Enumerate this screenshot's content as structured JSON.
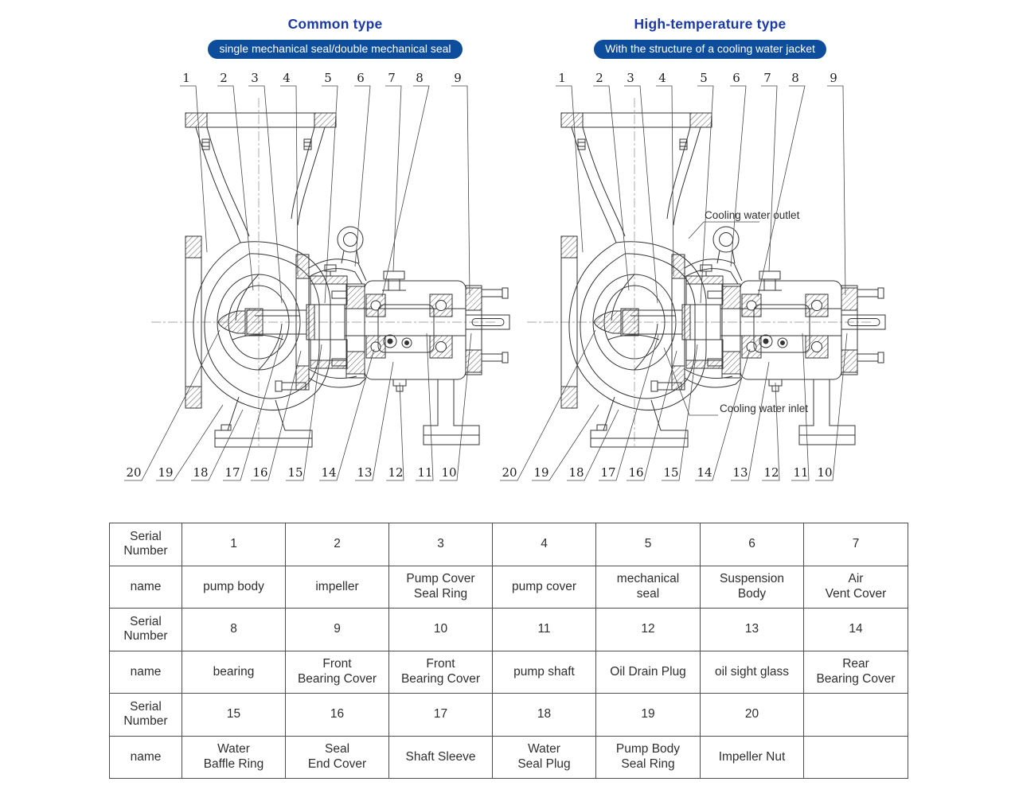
{
  "colors": {
    "title_blue": "#1b3aa5",
    "pill_bg": "#0d4d9c",
    "pill_text": "#ffffff",
    "line": "#333333"
  },
  "common": {
    "title": "Common type",
    "subtitle": "single mechanical seal/double mechanical seal"
  },
  "high_temp": {
    "title": "High-temperature type",
    "subtitle": "With the structure of a cooling water jacket",
    "outlet_label": "Cooling water outlet",
    "inlet_label": "Cooling water inlet"
  },
  "callouts": {
    "top": [
      "1",
      "2",
      "3",
      "4",
      "5",
      "6",
      "7",
      "8",
      "9"
    ],
    "bottom": [
      "20",
      "19",
      "18",
      "17",
      "16",
      "15",
      "14",
      "13",
      "12",
      "11",
      "10"
    ]
  },
  "table": {
    "rows": [
      {
        "header": "Serial\nNumber",
        "cells": [
          "1",
          "2",
          "3",
          "4",
          "5",
          "6",
          "7"
        ]
      },
      {
        "header": "name",
        "cells": [
          "pump body",
          "impeller",
          "Pump Cover\nSeal Ring",
          "pump cover",
          "mechanical\nseal",
          "Suspension\nBody",
          "Air\nVent Cover"
        ]
      },
      {
        "header": "Serial\nNumber",
        "cells": [
          "8",
          "9",
          "10",
          "11",
          "12",
          "13",
          "14"
        ]
      },
      {
        "header": "name",
        "cells": [
          "bearing",
          "Front\nBearing Cover",
          "Front\nBearing Cover",
          "pump shaft",
          "Oil Drain Plug",
          "oil sight glass",
          "Rear\nBearing Cover"
        ]
      },
      {
        "header": "Serial\nNumber",
        "cells": [
          "15",
          "16",
          "17",
          "18",
          "19",
          "20",
          ""
        ]
      },
      {
        "header": "name",
        "cells": [
          "Water\nBaffle Ring",
          "Seal\nEnd Cover",
          "Shaft Sleeve",
          "Water\nSeal Plug",
          "Pump Body\nSeal Ring",
          "Impeller Nut",
          ""
        ]
      }
    ]
  }
}
